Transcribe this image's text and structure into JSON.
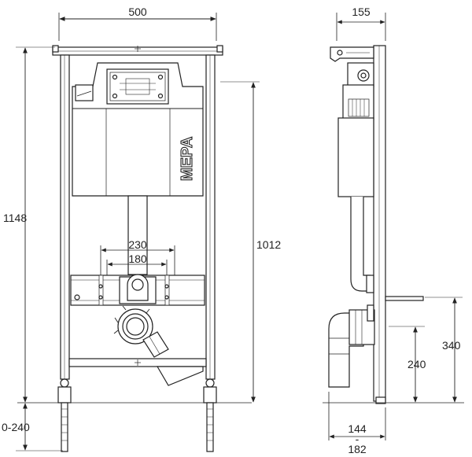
{
  "dimensions": {
    "frame_width": "500",
    "total_height": "1148",
    "tank_height": "1012",
    "outlet_230": "230",
    "outlet_180": "180",
    "adjust_range": "0-240",
    "side_depth": "155",
    "side_340": "340",
    "side_240": "240",
    "bottom_144": "144",
    "bottom_dash": "-",
    "bottom_182": "182"
  },
  "branding": {
    "logo": "MEPA"
  },
  "colors": {
    "line": "#222222",
    "fill_light": "#f5f5f5",
    "fill_mid": "#e6e6e6",
    "fill_dark": "#cfcfcf"
  }
}
